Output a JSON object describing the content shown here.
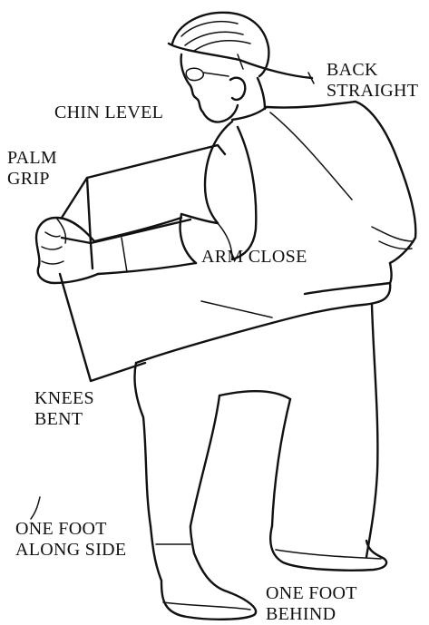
{
  "figure": {
    "subject": "person lifting a box with proper posture"
  },
  "labels": {
    "back": [
      "BACK",
      "STRAIGHT"
    ],
    "chin": [
      "CHIN LEVEL"
    ],
    "palm": [
      "PALM",
      "GRIP"
    ],
    "arm": [
      "ARM CLOSE"
    ],
    "knees": [
      "KNEES",
      "BENT"
    ],
    "foot_side": [
      "ONE FOOT",
      "ALONG SIDE"
    ],
    "foot_behind": [
      "ONE FOOT",
      "BEHIND"
    ]
  },
  "colors": {
    "ink": "#111111",
    "paper": "#ffffff"
  }
}
